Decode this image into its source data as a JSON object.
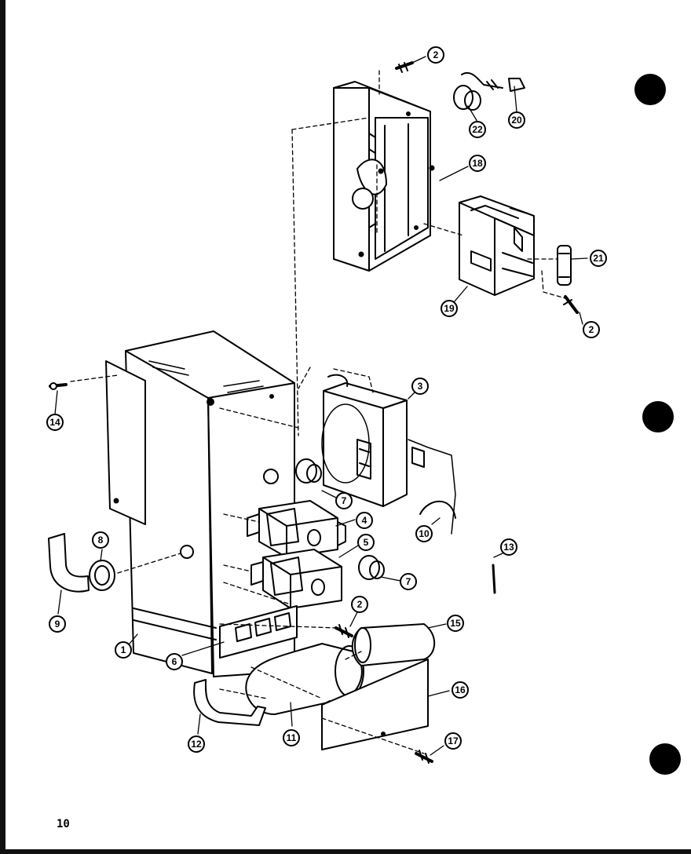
{
  "page": {
    "number": "10"
  },
  "callouts": [
    {
      "id": "c2a",
      "label": "2"
    },
    {
      "id": "c22",
      "label": "22"
    },
    {
      "id": "c20",
      "label": "20"
    },
    {
      "id": "c18",
      "label": "18"
    },
    {
      "id": "c21",
      "label": "21"
    },
    {
      "id": "c19",
      "label": "19"
    },
    {
      "id": "c2b",
      "label": "2"
    },
    {
      "id": "c3",
      "label": "3"
    },
    {
      "id": "c14",
      "label": "14"
    },
    {
      "id": "c7a",
      "label": "7"
    },
    {
      "id": "c4",
      "label": "4"
    },
    {
      "id": "c10",
      "label": "10"
    },
    {
      "id": "c8",
      "label": "8"
    },
    {
      "id": "c5",
      "label": "5"
    },
    {
      "id": "c13",
      "label": "13"
    },
    {
      "id": "c7b",
      "label": "7"
    },
    {
      "id": "c9",
      "label": "9"
    },
    {
      "id": "c2c",
      "label": "2"
    },
    {
      "id": "c15",
      "label": "15"
    },
    {
      "id": "c1",
      "label": "1"
    },
    {
      "id": "c6",
      "label": "6"
    },
    {
      "id": "c16",
      "label": "16"
    },
    {
      "id": "c12",
      "label": "12"
    },
    {
      "id": "c11",
      "label": "11"
    },
    {
      "id": "c17",
      "label": "17"
    }
  ]
}
